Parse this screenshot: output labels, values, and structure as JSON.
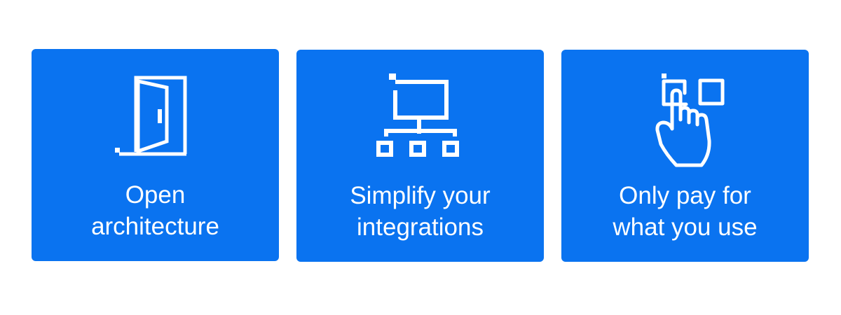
{
  "cards": [
    {
      "icon": "open-door-icon",
      "lines": [
        "Open",
        "architecture"
      ]
    },
    {
      "icon": "network-hierarchy-icon",
      "lines": [
        "Simplify your",
        "integrations"
      ]
    },
    {
      "icon": "hand-pointer-icon",
      "lines": [
        "Only pay for",
        "what you use"
      ]
    }
  ],
  "colors": {
    "card": "#0a73f0",
    "text": "#ffffff"
  }
}
